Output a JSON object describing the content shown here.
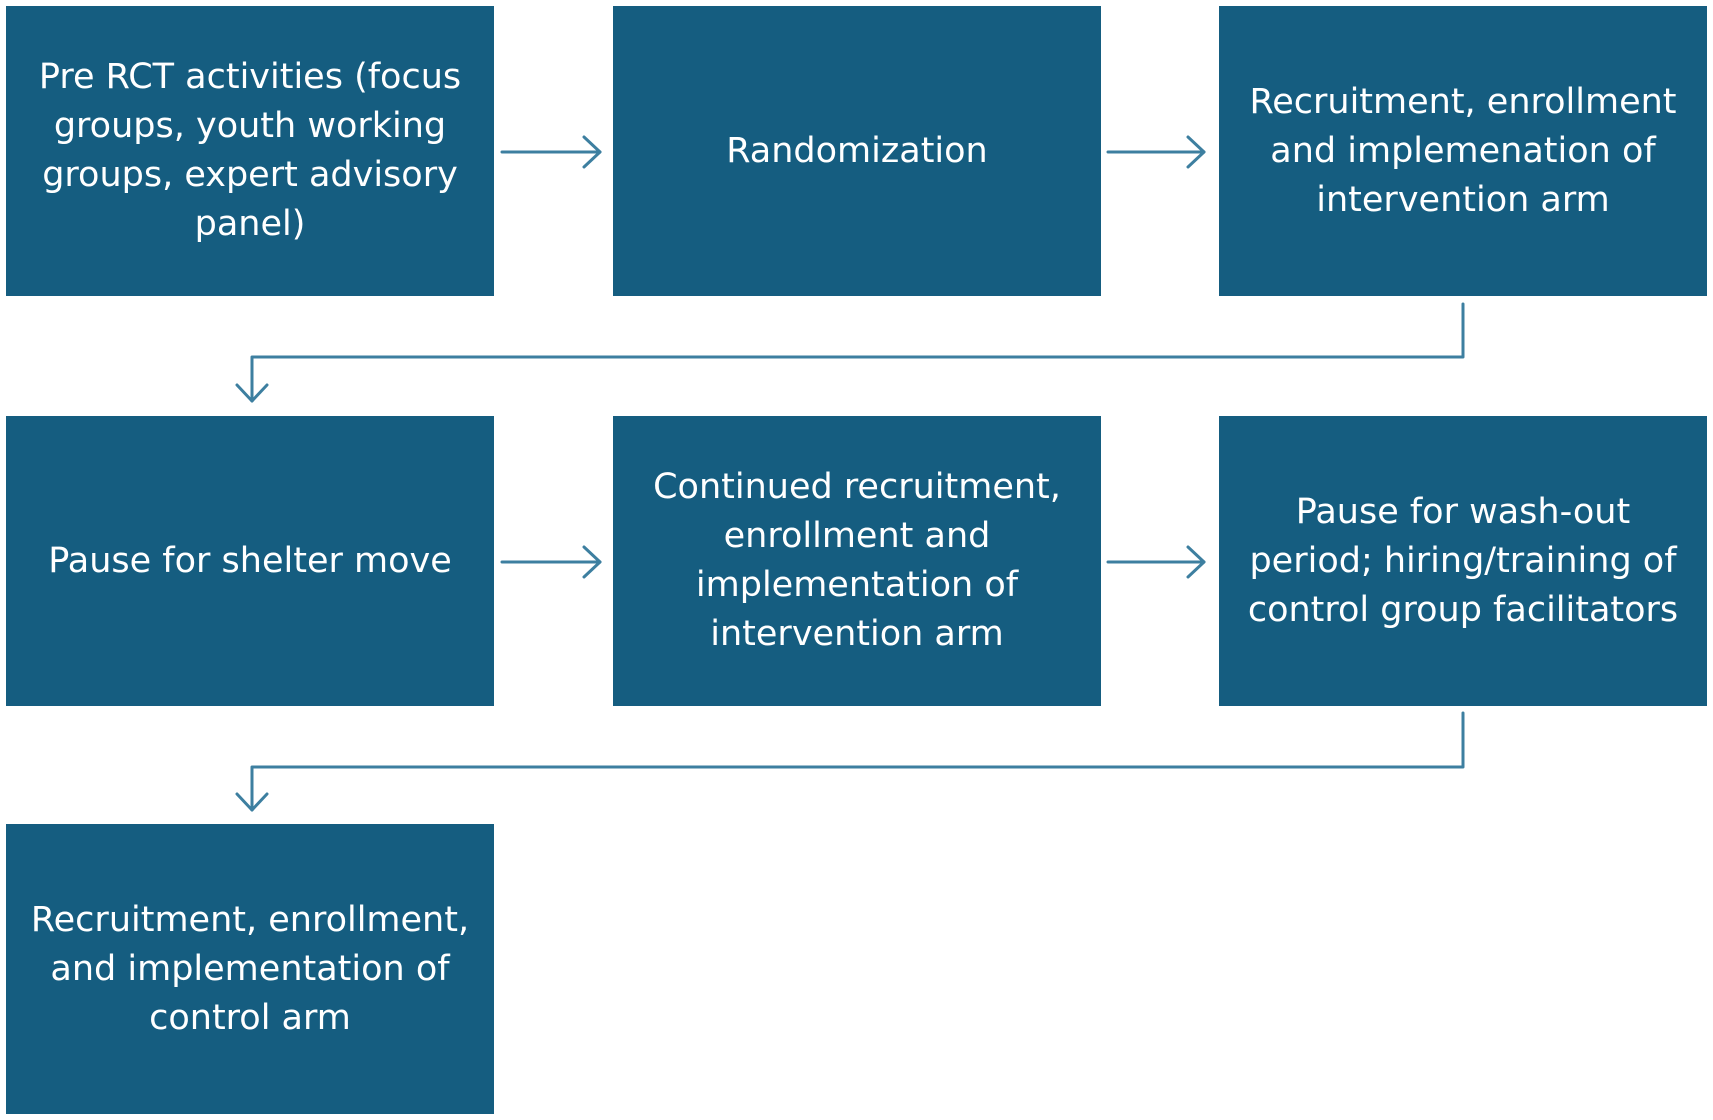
{
  "colors": {
    "box_fill": "#155d80",
    "box_text": "#ffffff",
    "connector": "#3d7fa0",
    "background": "#ffffff"
  },
  "steps": [
    {
      "label": "Pre RCT activities (focus groups, youth working groups, expert advisory panel)"
    },
    {
      "label": "Randomization"
    },
    {
      "label": "Recruitment, enrollment and implemenation of intervention arm"
    },
    {
      "label": "Pause for shelter move"
    },
    {
      "label": "Continued recruitment, enrollment and implementation of intervention arm"
    },
    {
      "label": "Pause for wash-out period; hiring/training of control group facilitators"
    },
    {
      "label": "Recruitment, enrollment, and implementation of control arm"
    }
  ]
}
